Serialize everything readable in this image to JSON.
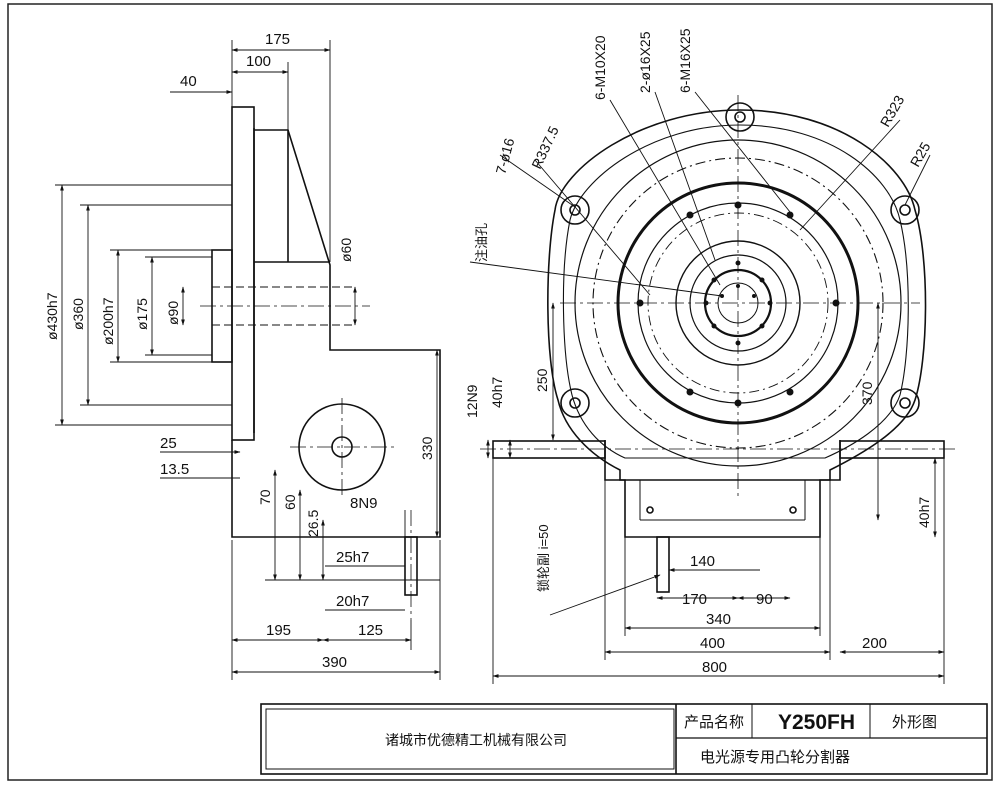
{
  "drawing": {
    "side_view": {
      "dims_top": [
        "175",
        "100",
        "40"
      ],
      "dims_left": [
        "ø430h7",
        "ø360",
        "ø200h7",
        "ø175",
        "ø90"
      ],
      "dim_shaft": "ø60",
      "dims_lower_left": [
        "25",
        "13.5",
        "70",
        "60",
        "26.5"
      ],
      "dims_shafts": [
        "25h7",
        "20h7",
        "8N9"
      ],
      "dim_height": "330",
      "dims_bottom": [
        "195",
        "125",
        "390"
      ]
    },
    "front_view": {
      "callouts": [
        "6-M10X20",
        "2-ø16X25",
        "6-M16X25",
        "7-ø16",
        "R337.5",
        "R323",
        "R25",
        "注油孔"
      ],
      "dims_vertical": [
        "12N9",
        "40h7",
        "250",
        "370",
        "40h7"
      ],
      "brake_note": "锁轮副 i=50",
      "dims_bottom": [
        "140",
        "170",
        "90",
        "340",
        "400",
        "200",
        "800"
      ]
    }
  },
  "title_block": {
    "company": "诸城市优德精工机械有限公司",
    "product_label": "产品名称",
    "model": "Y250FH",
    "drawing_type": "外形图",
    "product_name": "电光源专用凸轮分割器"
  }
}
